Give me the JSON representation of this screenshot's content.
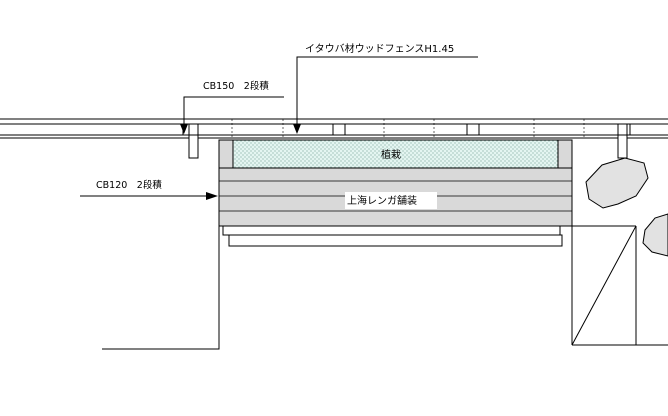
{
  "annotations": {
    "fence_label": "イタウバ材ウッドフェンスH1.45",
    "cb150_label": "CB150　2段積",
    "cb120_label": "CB120　2段積",
    "planting_label": "植栽",
    "paving_label": "上海レンガ舗装"
  },
  "colors": {
    "line": "#000000",
    "planting_fill": "#e4f5f1",
    "planting_dots": "#7aa69c",
    "paving_fill": "#d9d9d9",
    "rock_fill": "#e2e2e2"
  }
}
